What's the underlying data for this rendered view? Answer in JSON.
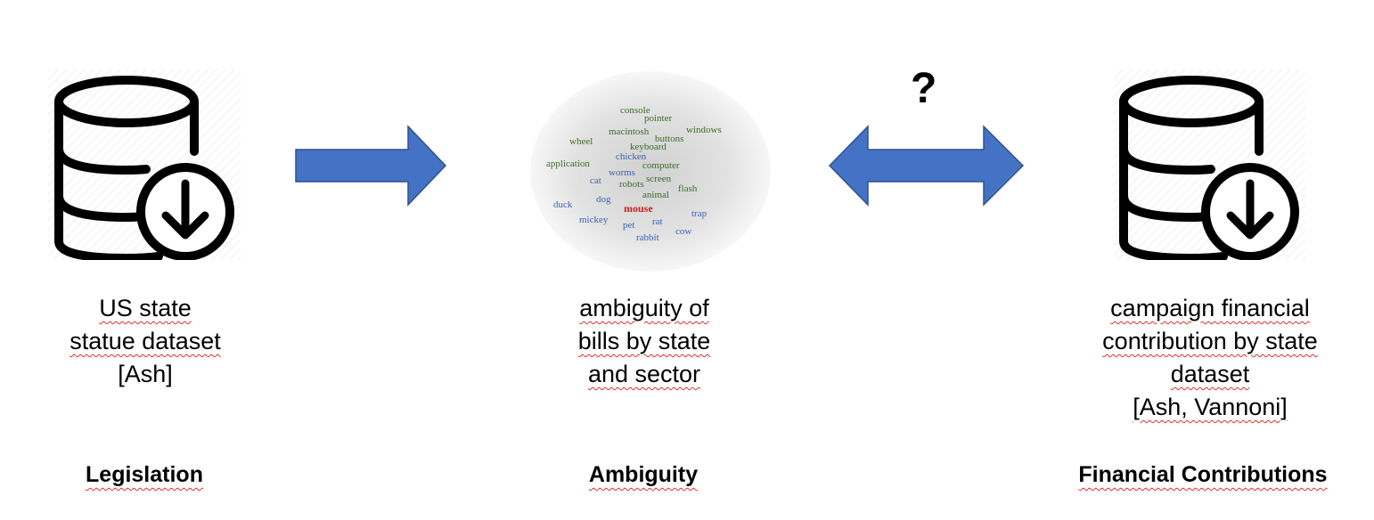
{
  "columns": {
    "legislation": {
      "lines": [
        "US state",
        "statue dataset",
        "[Ash]"
      ],
      "title": "Legislation"
    },
    "ambiguity": {
      "lines": [
        "ambiguity of",
        "bills by state",
        "and sector"
      ],
      "title": "Ambiguity"
    },
    "financial": {
      "lines": [
        "campaign financial",
        "contribution by state",
        "dataset",
        "[Ash, Vannoni]"
      ],
      "title": "Financial Contributions"
    }
  },
  "relation_marker": "?",
  "word_cloud": {
    "words": [
      "console",
      "pointer",
      "windows",
      "macintosh",
      "buttons",
      "wheel",
      "keyboard",
      "chicken",
      "computer",
      "application",
      "worms",
      "screen",
      "cat",
      "robots",
      "flash",
      "animal",
      "dog",
      "duck",
      "mouse",
      "trap",
      "mickey",
      "pet",
      "rat",
      "cow",
      "rabbit"
    ]
  },
  "colors": {
    "arrow_fill": "#4472c4",
    "arrow_stroke": "#2f528f",
    "cloud_green": "#3d6b2a",
    "cloud_blue": "#3a64b0",
    "cloud_highlight": "#c81e1e"
  },
  "icons": [
    "database-download-icon",
    "right-arrow-icon",
    "word-cloud-image",
    "double-arrow-icon",
    "database-download-icon"
  ]
}
